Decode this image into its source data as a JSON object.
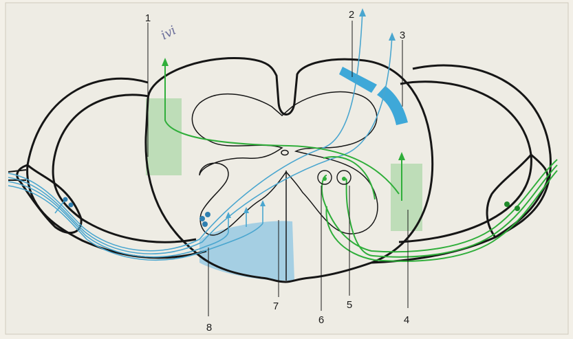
{
  "labels": [
    "1",
    "2",
    "3",
    "4",
    "5",
    "6",
    "7",
    "8"
  ],
  "margin_scribble": "ivi",
  "colors": {
    "background": "#f3f0e8",
    "outline": "#161616",
    "blue_tract": "#4aa6cf",
    "blue_zone": "#3ea8d8",
    "green_tract": "#2fae3a",
    "green_zone": "#a9d7a5",
    "blue_shade": "#8cc6e3"
  }
}
